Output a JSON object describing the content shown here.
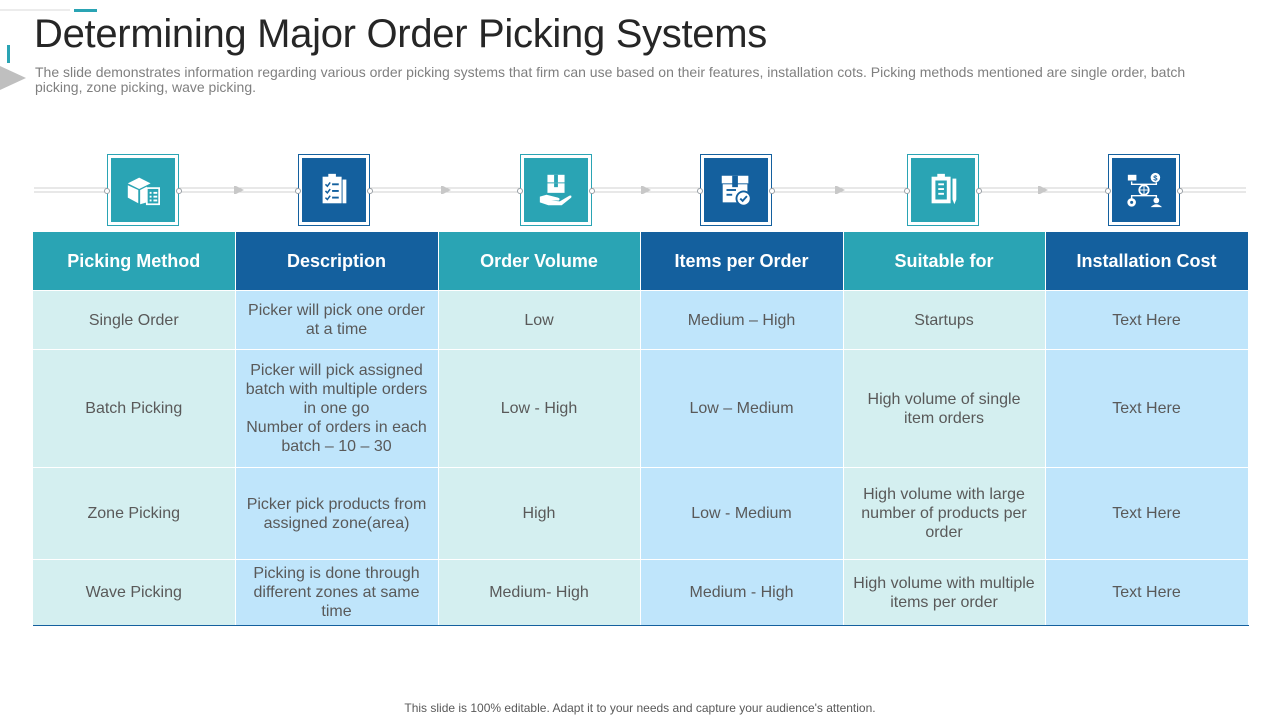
{
  "title": "Determining Major Order Picking Systems",
  "subtitle": "The slide demonstrates information regarding various order picking systems that firm can use based on their features, installation cots. Picking methods mentioned are single order, batch picking, zone picking, wave picking.",
  "icons": [
    {
      "name": "boxes-checklist-icon",
      "color": "#2aa4b4"
    },
    {
      "name": "clipboard-list-icon",
      "color": "#14609e"
    },
    {
      "name": "hand-package-icon",
      "color": "#2aa4b4"
    },
    {
      "name": "package-check-icon",
      "color": "#14609e"
    },
    {
      "name": "clipboard-document-icon",
      "color": "#2aa4b4"
    },
    {
      "name": "network-settings-icon",
      "color": "#14609e"
    }
  ],
  "table": {
    "headers": [
      "Picking Method",
      "Description",
      "Order Volume",
      "Items per Order",
      "Suitable for",
      "Installation Cost"
    ],
    "rows": [
      {
        "method": "Single Order",
        "description": [
          "Picker will pick one order at a time"
        ],
        "order_volume": "Low",
        "items_per_order": "Medium – High",
        "suitable_for": "Startups",
        "installation_cost": "Text Here"
      },
      {
        "method": "Batch Picking",
        "description": [
          "Picker will pick assigned batch with multiple orders in one go",
          "Number of orders in each batch – 10 – 30"
        ],
        "order_volume": "Low - High",
        "items_per_order": "Low – Medium",
        "suitable_for": "High volume  of single item orders",
        "installation_cost": "Text Here"
      },
      {
        "method": "Zone Picking",
        "description": [
          "Picker pick products from assigned zone(area)"
        ],
        "order_volume": "High",
        "items_per_order": "Low - Medium",
        "suitable_for": "High volume  with large number of products per order",
        "installation_cost": "Text Here"
      },
      {
        "method": "Wave Picking",
        "description": [
          "Picking is done through different zones at same time"
        ],
        "order_volume": "Medium- High",
        "items_per_order": "Medium - High",
        "suitable_for": "High volume  with multiple items per order",
        "installation_cost": "Text Here"
      }
    ]
  },
  "footer": "This slide is 100% editable. Adapt it to your needs and capture your audience's attention.",
  "colors": {
    "teal": "#2aa4b4",
    "blue": "#14609e",
    "light_teal": "#d4eff0",
    "light_blue": "#bfe5fb"
  }
}
